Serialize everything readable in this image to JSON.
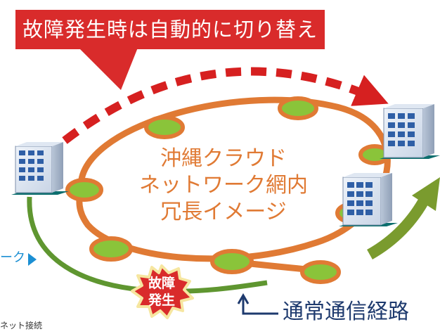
{
  "callout": {
    "text": "故障発生時は自動的に切り替え"
  },
  "ring": {
    "line1": "沖縄クラウド",
    "line2": "ネットワーク網内",
    "line3": "冗長イメージ"
  },
  "failure": {
    "line1": "故障",
    "line2": "発生"
  },
  "route": {
    "label": "通常通信経路"
  },
  "left_edge": {
    "label": "ーク"
  },
  "bottom_note": {
    "text": "ネット接続"
  },
  "colors": {
    "callout_red": "#d92b2b",
    "dashed_red": "#d62020",
    "ring_orange": "#e07a34",
    "node_green": "#8ac43a",
    "route_green": "#5f9630",
    "arrow_green": "#7a9b2e",
    "route_text": "#1e3a6e",
    "link_blue": "#1b8fd3"
  },
  "icons": {
    "building": "building-icon",
    "burst": "burst-icon",
    "arrow": "arrow-icon"
  }
}
